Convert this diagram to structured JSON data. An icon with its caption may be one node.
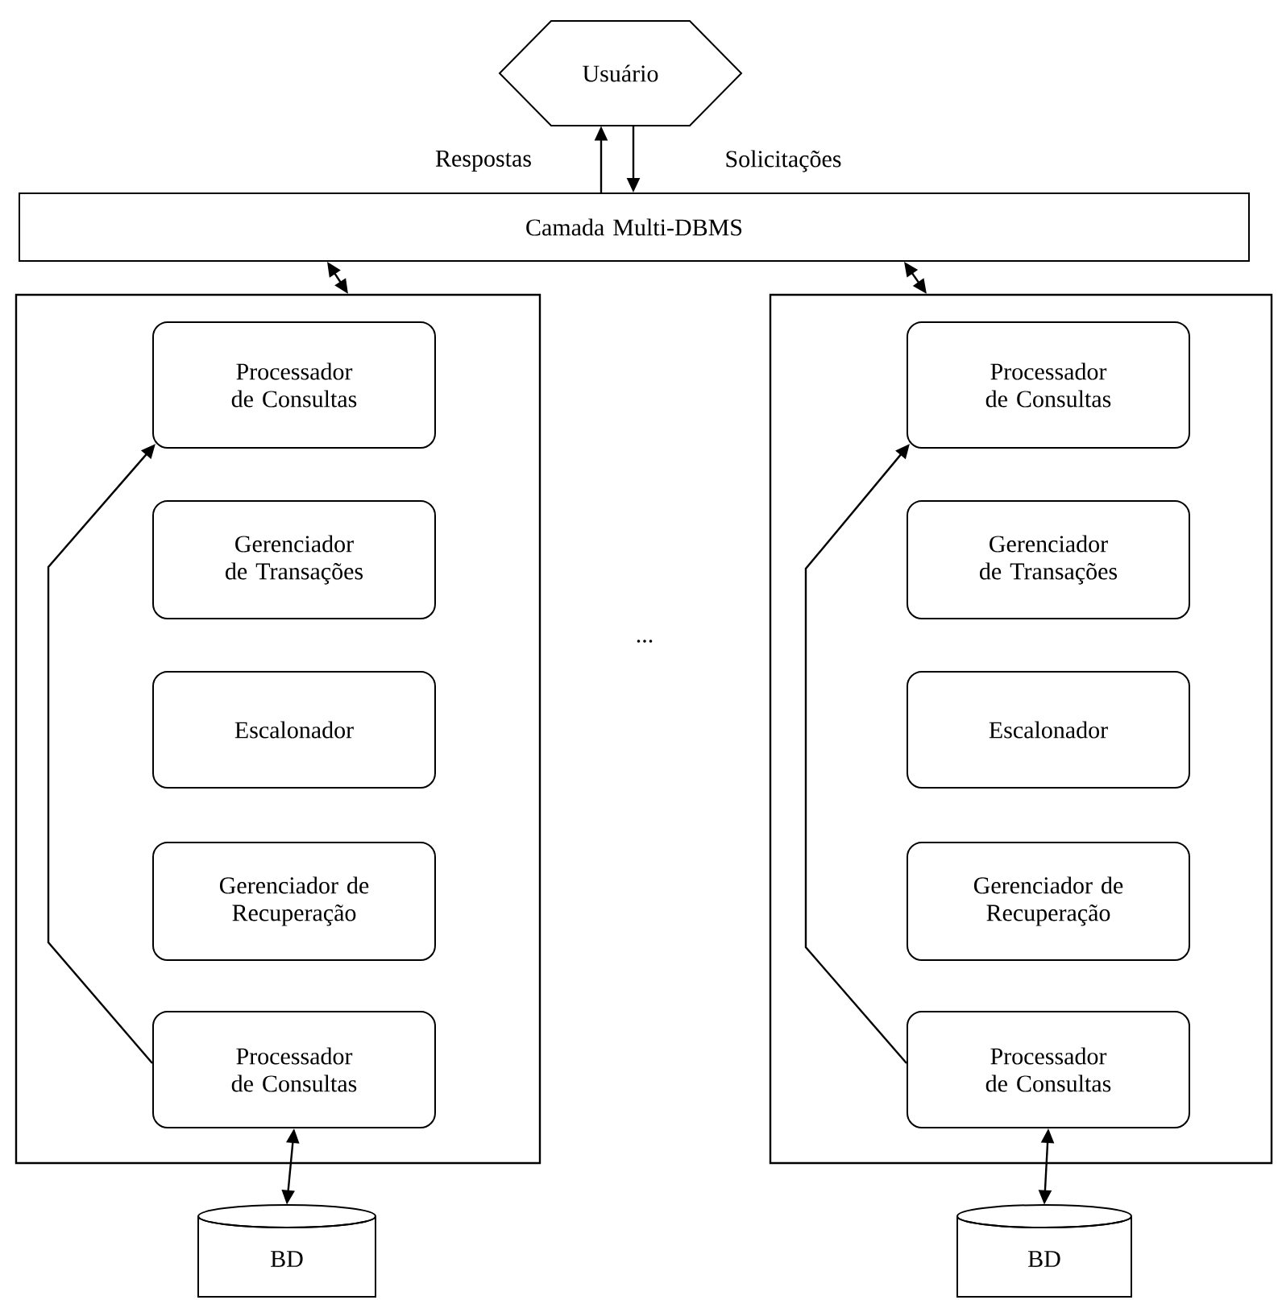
{
  "diagram": {
    "nodes": [
      {
        "text": [
          "Usuário"
        ]
      },
      {
        "text": [
          "Camada Multi-DBMS"
        ]
      },
      {
        "text": [],
        "shape": "box"
      },
      {
        "text": [
          "Processador de Consultas"
        ],
        "in": 2
      },
      {
        "text": [
          "Gerenciador de Transações"
        ],
        "in": 2
      },
      {
        "text": [
          "Escalonador"
        ],
        "in": 2
      },
      {
        "text": [
          "Gerenciador de Recuperação"
        ],
        "in": 2
      },
      {
        "text": [
          "Processador de Consultas"
        ],
        "in": 2
      },
      {
        "text": [],
        "shape": "box"
      },
      {
        "text": [
          "Processador de Consultas"
        ],
        "in": 8
      },
      {
        "text": [
          "Gerenciador de Transações"
        ],
        "in": 8
      },
      {
        "text": [
          "Escalonador"
        ],
        "in": 8
      },
      {
        "text": [
          "Gerenciador de Recuperação"
        ],
        "in": 8
      },
      {
        "text": [
          "Processador de Consultas"
        ],
        "in": 8
      },
      {
        "text": [
          "BD"
        ]
      },
      {
        "text": [
          "BD"
        ]
      }
    ],
    "edges": [
      {
        "from": 1,
        "to": 0,
        "arrow": "to",
        "label": "Respostas"
      },
      {
        "from": 0,
        "to": 1,
        "arrow": "to",
        "label": "Solicitações"
      },
      {
        "from": 1,
        "to": 2,
        "arrow": "both"
      },
      {
        "from": 1,
        "to": 8,
        "arrow": "both"
      },
      {
        "from": 7,
        "to": 3,
        "arrow": "to"
      },
      {
        "from": 13,
        "to": 9,
        "arrow": "to"
      },
      {
        "from": 7,
        "to": 14,
        "arrow": "both"
      },
      {
        "from": 13,
        "to": 15,
        "arrow": "both"
      }
    ],
    "labels": [
      "..."
    ]
  }
}
